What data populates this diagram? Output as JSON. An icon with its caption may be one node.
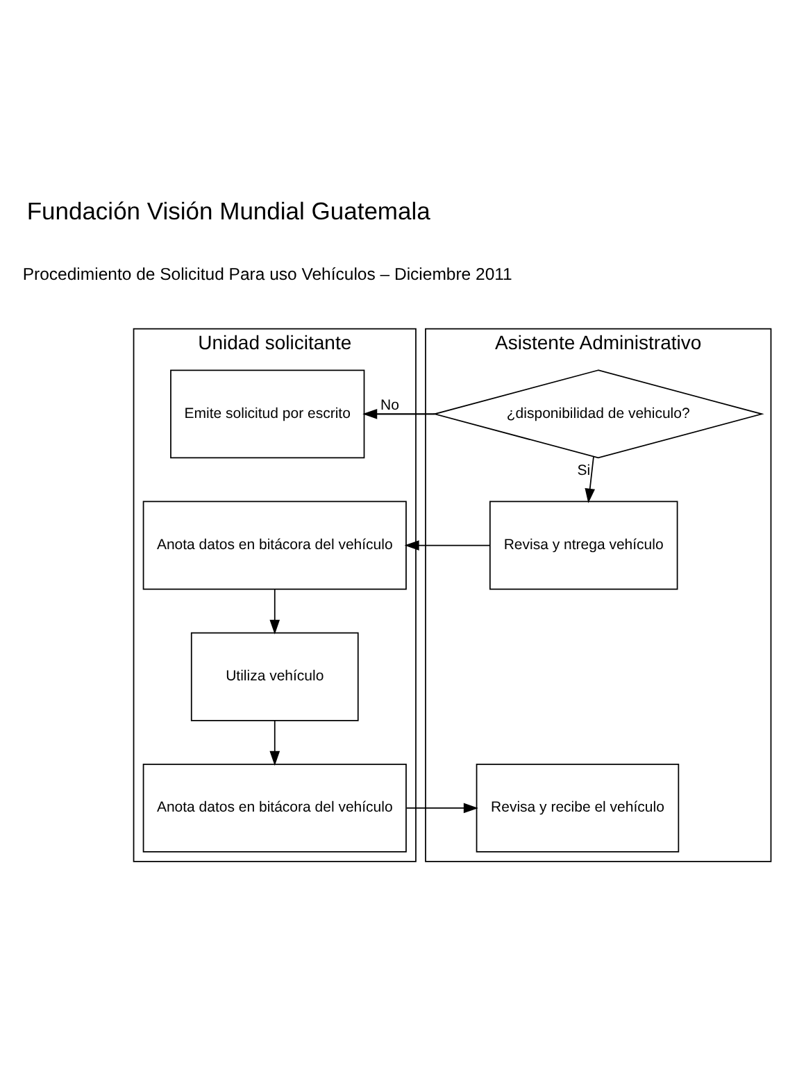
{
  "diagram": {
    "title": "Fundación Visión Mundial Guatemala",
    "nodes": [
      {
        "text": [
          "Unidad solicitante"
        ]
      },
      {
        "text": [
          "Asistente Administrativo"
        ]
      },
      {
        "text": [
          "Emite solicitud por escrito"
        ],
        "in": 0
      },
      {
        "text": [
          "¿disponibilidad de vehiculo?"
        ],
        "in": 1
      },
      {
        "text": [
          "Revisa y ntrega vehículo"
        ],
        "in": 1
      },
      {
        "text": [
          "Anota datos en bitácora del vehículo"
        ],
        "in": 0
      },
      {
        "text": [
          "Utiliza vehículo"
        ],
        "in": 0
      },
      {
        "text": [
          "Anota datos en bitácora del vehículo"
        ],
        "in": 0
      },
      {
        "text": [
          "Revisa y recibe el vehículo"
        ],
        "in": 1
      }
    ],
    "edges": [
      {
        "from": 2,
        "to": 3,
        "arrow": "none"
      },
      {
        "from": 3,
        "to": 2,
        "arrow": "to",
        "label": "No"
      },
      {
        "from": 3,
        "to": 4,
        "arrow": "to",
        "label": "Si"
      },
      {
        "from": 4,
        "to": 5,
        "arrow": "to"
      },
      {
        "from": 5,
        "to": 6,
        "arrow": "to"
      },
      {
        "from": 6,
        "to": 7,
        "arrow": "to"
      },
      {
        "from": 7,
        "to": 8,
        "arrow": "to"
      }
    ],
    "labels": [
      "Procedimiento de Solicitud Para uso Vehículos – Diciembre 2011"
    ]
  }
}
